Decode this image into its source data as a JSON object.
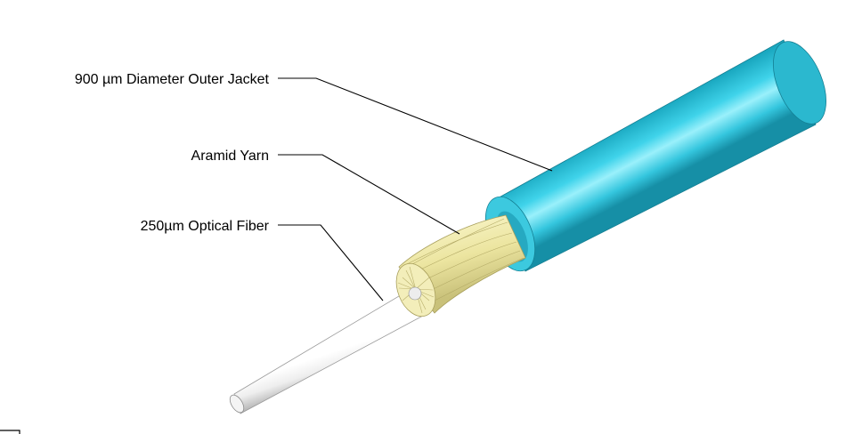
{
  "labels": {
    "jacket": "900 µm Diameter Outer Jacket",
    "yarn": "Aramid Yarn",
    "fiber": "250µm Optical Fiber"
  },
  "colors": {
    "jacket": "#2ec4dc",
    "yarn": "#ece7a6",
    "fiber": "#e6e6e6",
    "leader": "#000000"
  }
}
